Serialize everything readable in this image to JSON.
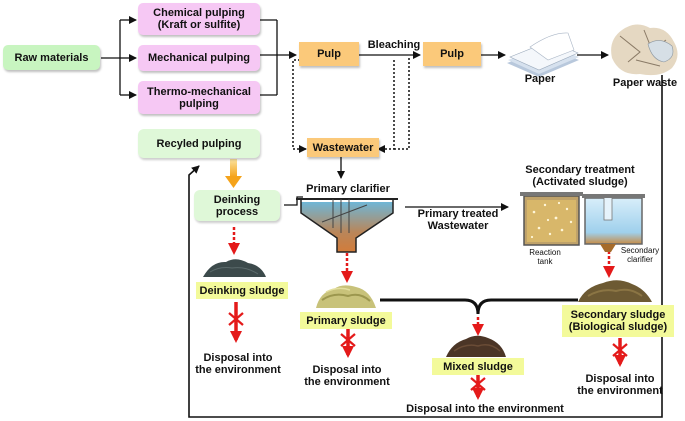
{
  "raw_materials": "Raw materials",
  "pulping": {
    "chemical_line1": "Chemical pulping",
    "chemical_line2": "(Kraft or sulfite)",
    "mechanical": "Mechanical pulping",
    "thermo_line1": "Thermo-mechanical",
    "thermo_line2": "pulping",
    "recycled": "Recyled pulping"
  },
  "pulp_1": "Pulp",
  "bleaching": "Bleaching",
  "pulp_2": "Pulp",
  "paper": "Paper",
  "paper_waste": "Paper waste",
  "wastewater": "Wastewater",
  "primary_clarifier": "Primary clarifier",
  "deinking_line1": "Deinking",
  "deinking_line2": "process",
  "primary_treated_line1": "Primary treated",
  "primary_treated_line2": "Wastewater",
  "secondary_treatment_line1": "Secondary treatment",
  "secondary_treatment_line2": "(Activated sludge)",
  "reaction_tank_line1": "Reaction",
  "reaction_tank_line2": "tank",
  "secondary_clarifier_line1": "Secondary",
  "secondary_clarifier_line2": "clarifier",
  "deinking_sludge": "Deinking sludge",
  "primary_sludge": "Primary sludge",
  "secondary_sludge_line1": "Secondary sludge",
  "secondary_sludge_line2": "(Biological sludge)",
  "mixed_sludge": "Mixed sludge",
  "disposal_1_line1": "Disposal into",
  "disposal_1_line2": "the environment",
  "disposal_2_line1": "Disposal into",
  "disposal_2_line2": "the environment",
  "disposal_3_line1": "Disposal into",
  "disposal_3_line2": "the environment",
  "disposal_mixed": "Disposal into the environment",
  "colors": {
    "raw_materials_fill": "#c8f5c0",
    "pulping_fill": "#f6c8f4",
    "pulp_fill": "#fbc97a",
    "sludge_label_fill": "#f3fa9a",
    "flow_arrow": "#e41a1a",
    "blocked_mark": "#e41a1a",
    "deinking_arrow": "#f5a31a"
  }
}
